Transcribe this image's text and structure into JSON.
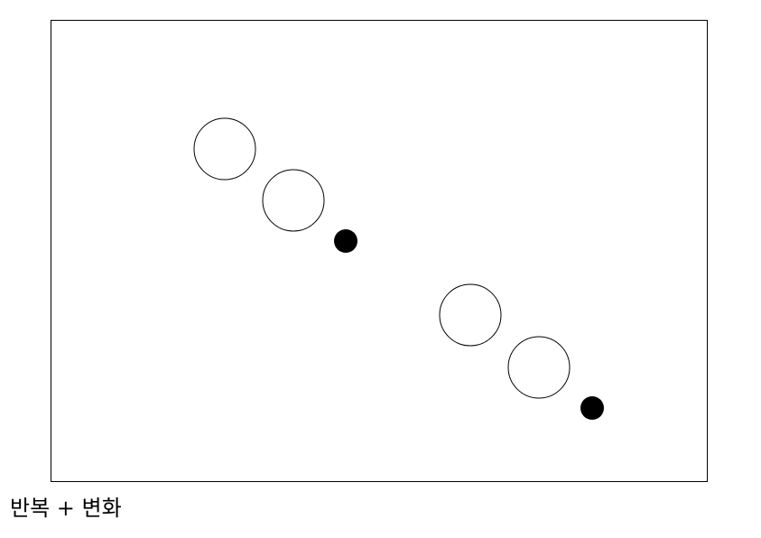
{
  "caption": "반복 + 변화",
  "colors": {
    "stroke": "#000000",
    "fill_solid": "#000000",
    "fill_hollow": "#ffffff",
    "background": "#ffffff"
  },
  "groups": [
    {
      "name": "group-1",
      "items": [
        {
          "kind": "large-circle",
          "style": "outline"
        },
        {
          "kind": "large-circle",
          "style": "outline"
        },
        {
          "kind": "small-dot",
          "style": "solid"
        }
      ]
    },
    {
      "name": "group-2",
      "items": [
        {
          "kind": "large-circle",
          "style": "outline"
        },
        {
          "kind": "large-circle",
          "style": "outline"
        },
        {
          "kind": "small-dot",
          "style": "solid"
        }
      ]
    }
  ]
}
